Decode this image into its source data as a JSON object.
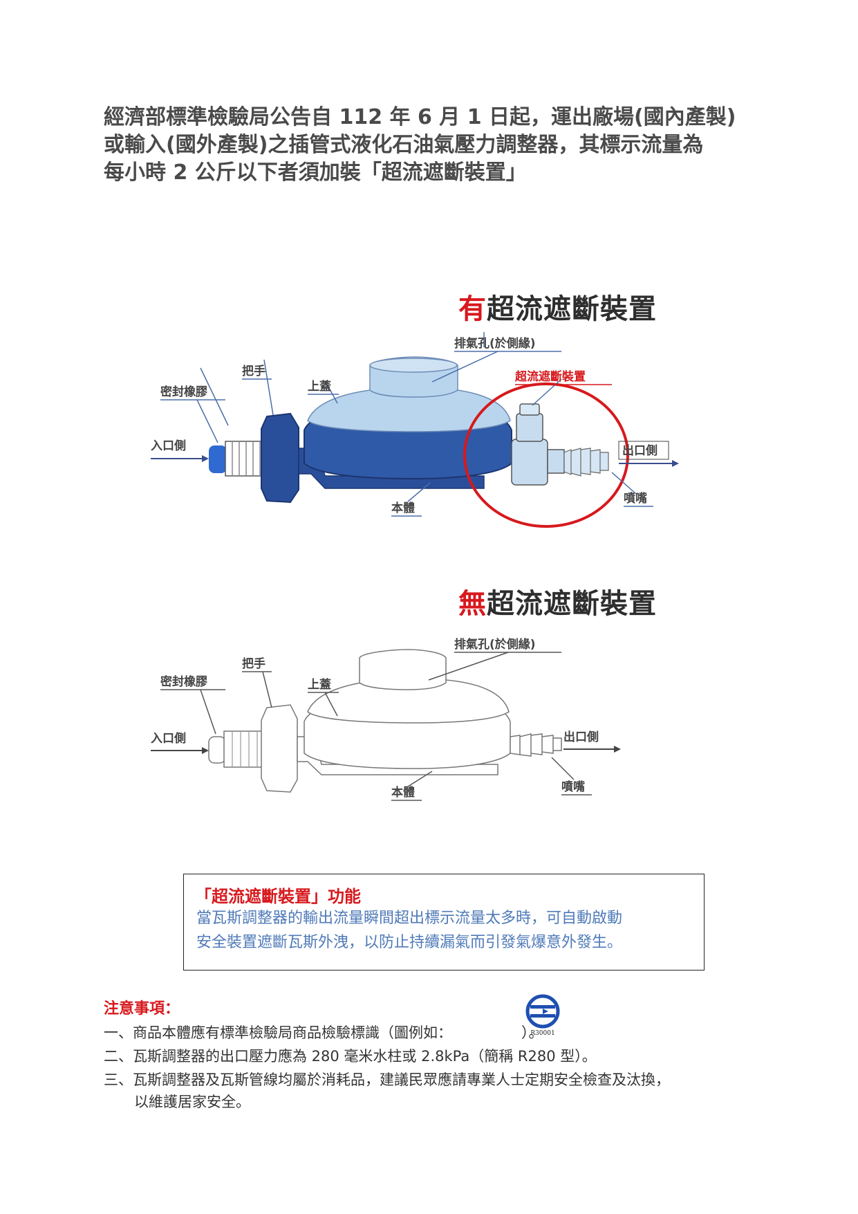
{
  "headline": {
    "line1": "經濟部標準檢驗局公告自 112 年 6 月 1 日起，運出廠場(國內產製)",
    "line2": "或輸入(國外產製)之插管式液化石油氣壓力調整器，其標示流量為",
    "line3": "每小時 2 公斤以下者須加裝「超流遮斷裝置」"
  },
  "diagram_with": {
    "title_highlight": "有",
    "title_rest": "超流遮斷裝置",
    "labels": {
      "vent": "排氣孔(於側緣)",
      "device": "超流遮斷裝置",
      "handle": "把手",
      "seal": "密封橡膠",
      "cover": "上蓋",
      "inlet": "入口側",
      "outlet": "出口側",
      "body": "本體",
      "nozzle": "噴嘴"
    }
  },
  "diagram_without": {
    "title_highlight": "無",
    "title_rest": "超流遮斷裝置",
    "labels": {
      "vent": "排氣孔(於側緣)",
      "handle": "把手",
      "seal": "密封橡膠",
      "cover": "上蓋",
      "inlet": "入口側",
      "outlet": "出口側",
      "body": "本體",
      "nozzle": "噴嘴"
    }
  },
  "function_box": {
    "title": "「超流遮斷裝置」功能",
    "line1": "當瓦斯調整器的輸出流量瞬間超出標示流量太多時，可自動啟動",
    "line2": "安全裝置遮斷瓦斯外洩，以防止持續漏氣而引發氣爆意外發生。"
  },
  "notice": {
    "title": "注意事項：",
    "item1_pre": "一、商品本體應有標準檢驗局商品檢驗標識（圖例如：",
    "item1_post": "）。",
    "mark_code": "R30001",
    "item2": "二、瓦斯調整器的出口壓力應為 280 毫米水柱或 2.8kPa（簡稱 R280 型）。",
    "item3_line1": "三、瓦斯調整器及瓦斯管線均屬於消耗品，建議民眾應請專業人士定期安全檢查及汰換，",
    "item3_line2": "以維護居家安全。"
  },
  "colors": {
    "accent_red": "#d7191d",
    "regulator_blue": "#2f5aa8",
    "cover_lightblue": "#b9d5ee",
    "function_text": "#4f7ab8"
  }
}
